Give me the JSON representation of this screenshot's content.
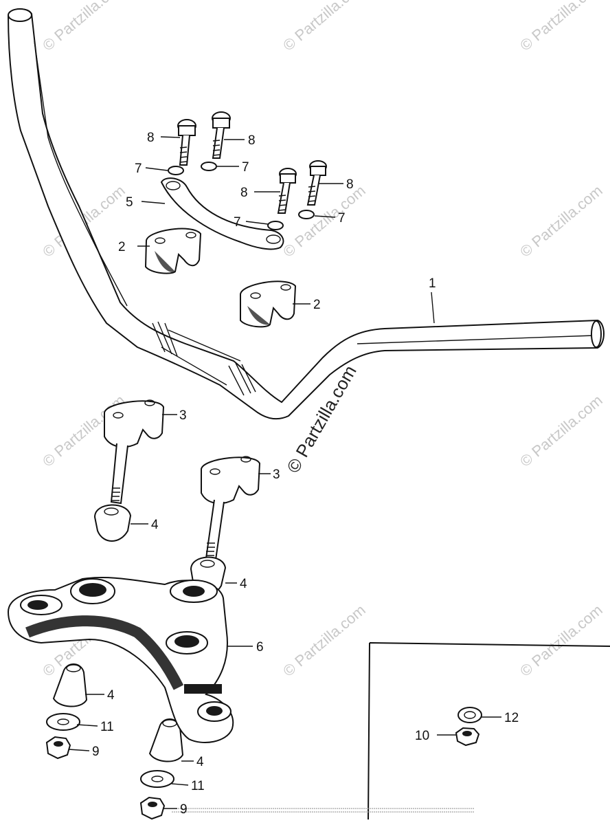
{
  "diagram": {
    "watermark": "© Partzilla.com",
    "callouts": [
      {
        "id": "c1",
        "label": "1"
      },
      {
        "id": "c2a",
        "label": "2"
      },
      {
        "id": "c2b",
        "label": "2"
      },
      {
        "id": "c3a",
        "label": "3"
      },
      {
        "id": "c3b",
        "label": "3"
      },
      {
        "id": "c4a",
        "label": "4"
      },
      {
        "id": "c4b",
        "label": "4"
      },
      {
        "id": "c4c",
        "label": "4"
      },
      {
        "id": "c4d",
        "label": "4"
      },
      {
        "id": "c5",
        "label": "5"
      },
      {
        "id": "c6",
        "label": "6"
      },
      {
        "id": "c7a",
        "label": "7"
      },
      {
        "id": "c7b",
        "label": "7"
      },
      {
        "id": "c7c",
        "label": "7"
      },
      {
        "id": "c7d",
        "label": "7"
      },
      {
        "id": "c8a",
        "label": "8"
      },
      {
        "id": "c8b",
        "label": "8"
      },
      {
        "id": "c8c",
        "label": "8"
      },
      {
        "id": "c8d",
        "label": "8"
      },
      {
        "id": "c9a",
        "label": "9"
      },
      {
        "id": "c9b",
        "label": "9"
      },
      {
        "id": "c10",
        "label": "10"
      },
      {
        "id": "c11a",
        "label": "11"
      },
      {
        "id": "c11b",
        "label": "11"
      },
      {
        "id": "c12",
        "label": "12"
      }
    ]
  }
}
